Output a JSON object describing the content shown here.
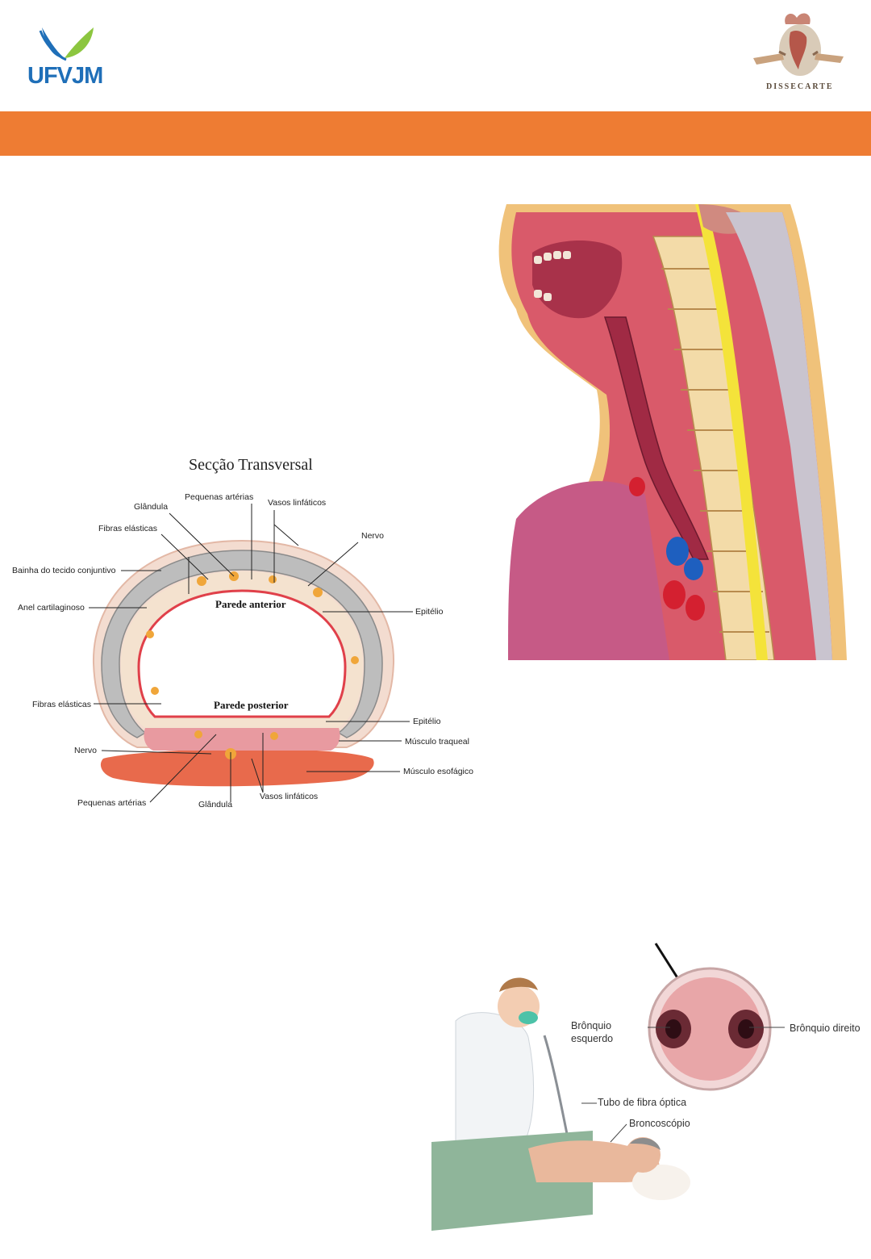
{
  "header": {
    "logo_left_text": "UFVJM",
    "logo_right_text": "DISSECARTE",
    "band_color": "#ee7c33"
  },
  "cross_section": {
    "title": "Secção Transversal",
    "wall_anterior": "Parede anterior",
    "wall_posterior": "Parede posterior",
    "labels": {
      "pequenas_arterias_top": "Pequenas artérias",
      "glandula_top": "Glândula",
      "vasos_linfaticos_top": "Vasos linfáticos",
      "fibras_elasticas_top": "Fibras elásticas",
      "nervo_top": "Nervo",
      "bainha": "Bainha do tecido conjuntivo",
      "anel": "Anel cartilaginoso",
      "epitelio_top": "Epitélio",
      "fibras_elasticas_bottom": "Fibras elásticas",
      "epitelio_bottom": "Epitélio",
      "musculo_traqueal": "Músculo traqueal",
      "nervo_bottom": "Nervo",
      "musculo_esofagico": "Músculo esofágico",
      "pequenas_arterias_bottom": "Pequenas artérias",
      "glandula_bottom": "Glândula",
      "vasos_linfaticos_bottom": "Vasos linfáticos"
    }
  },
  "bronchoscopy": {
    "left_bronchus": "Brônquio\nesquerdo",
    "right_bronchus": "Brônquio direito",
    "fiber_tube": "Tubo de fibra óptica",
    "bronchoscope": "Broncoscópio"
  }
}
